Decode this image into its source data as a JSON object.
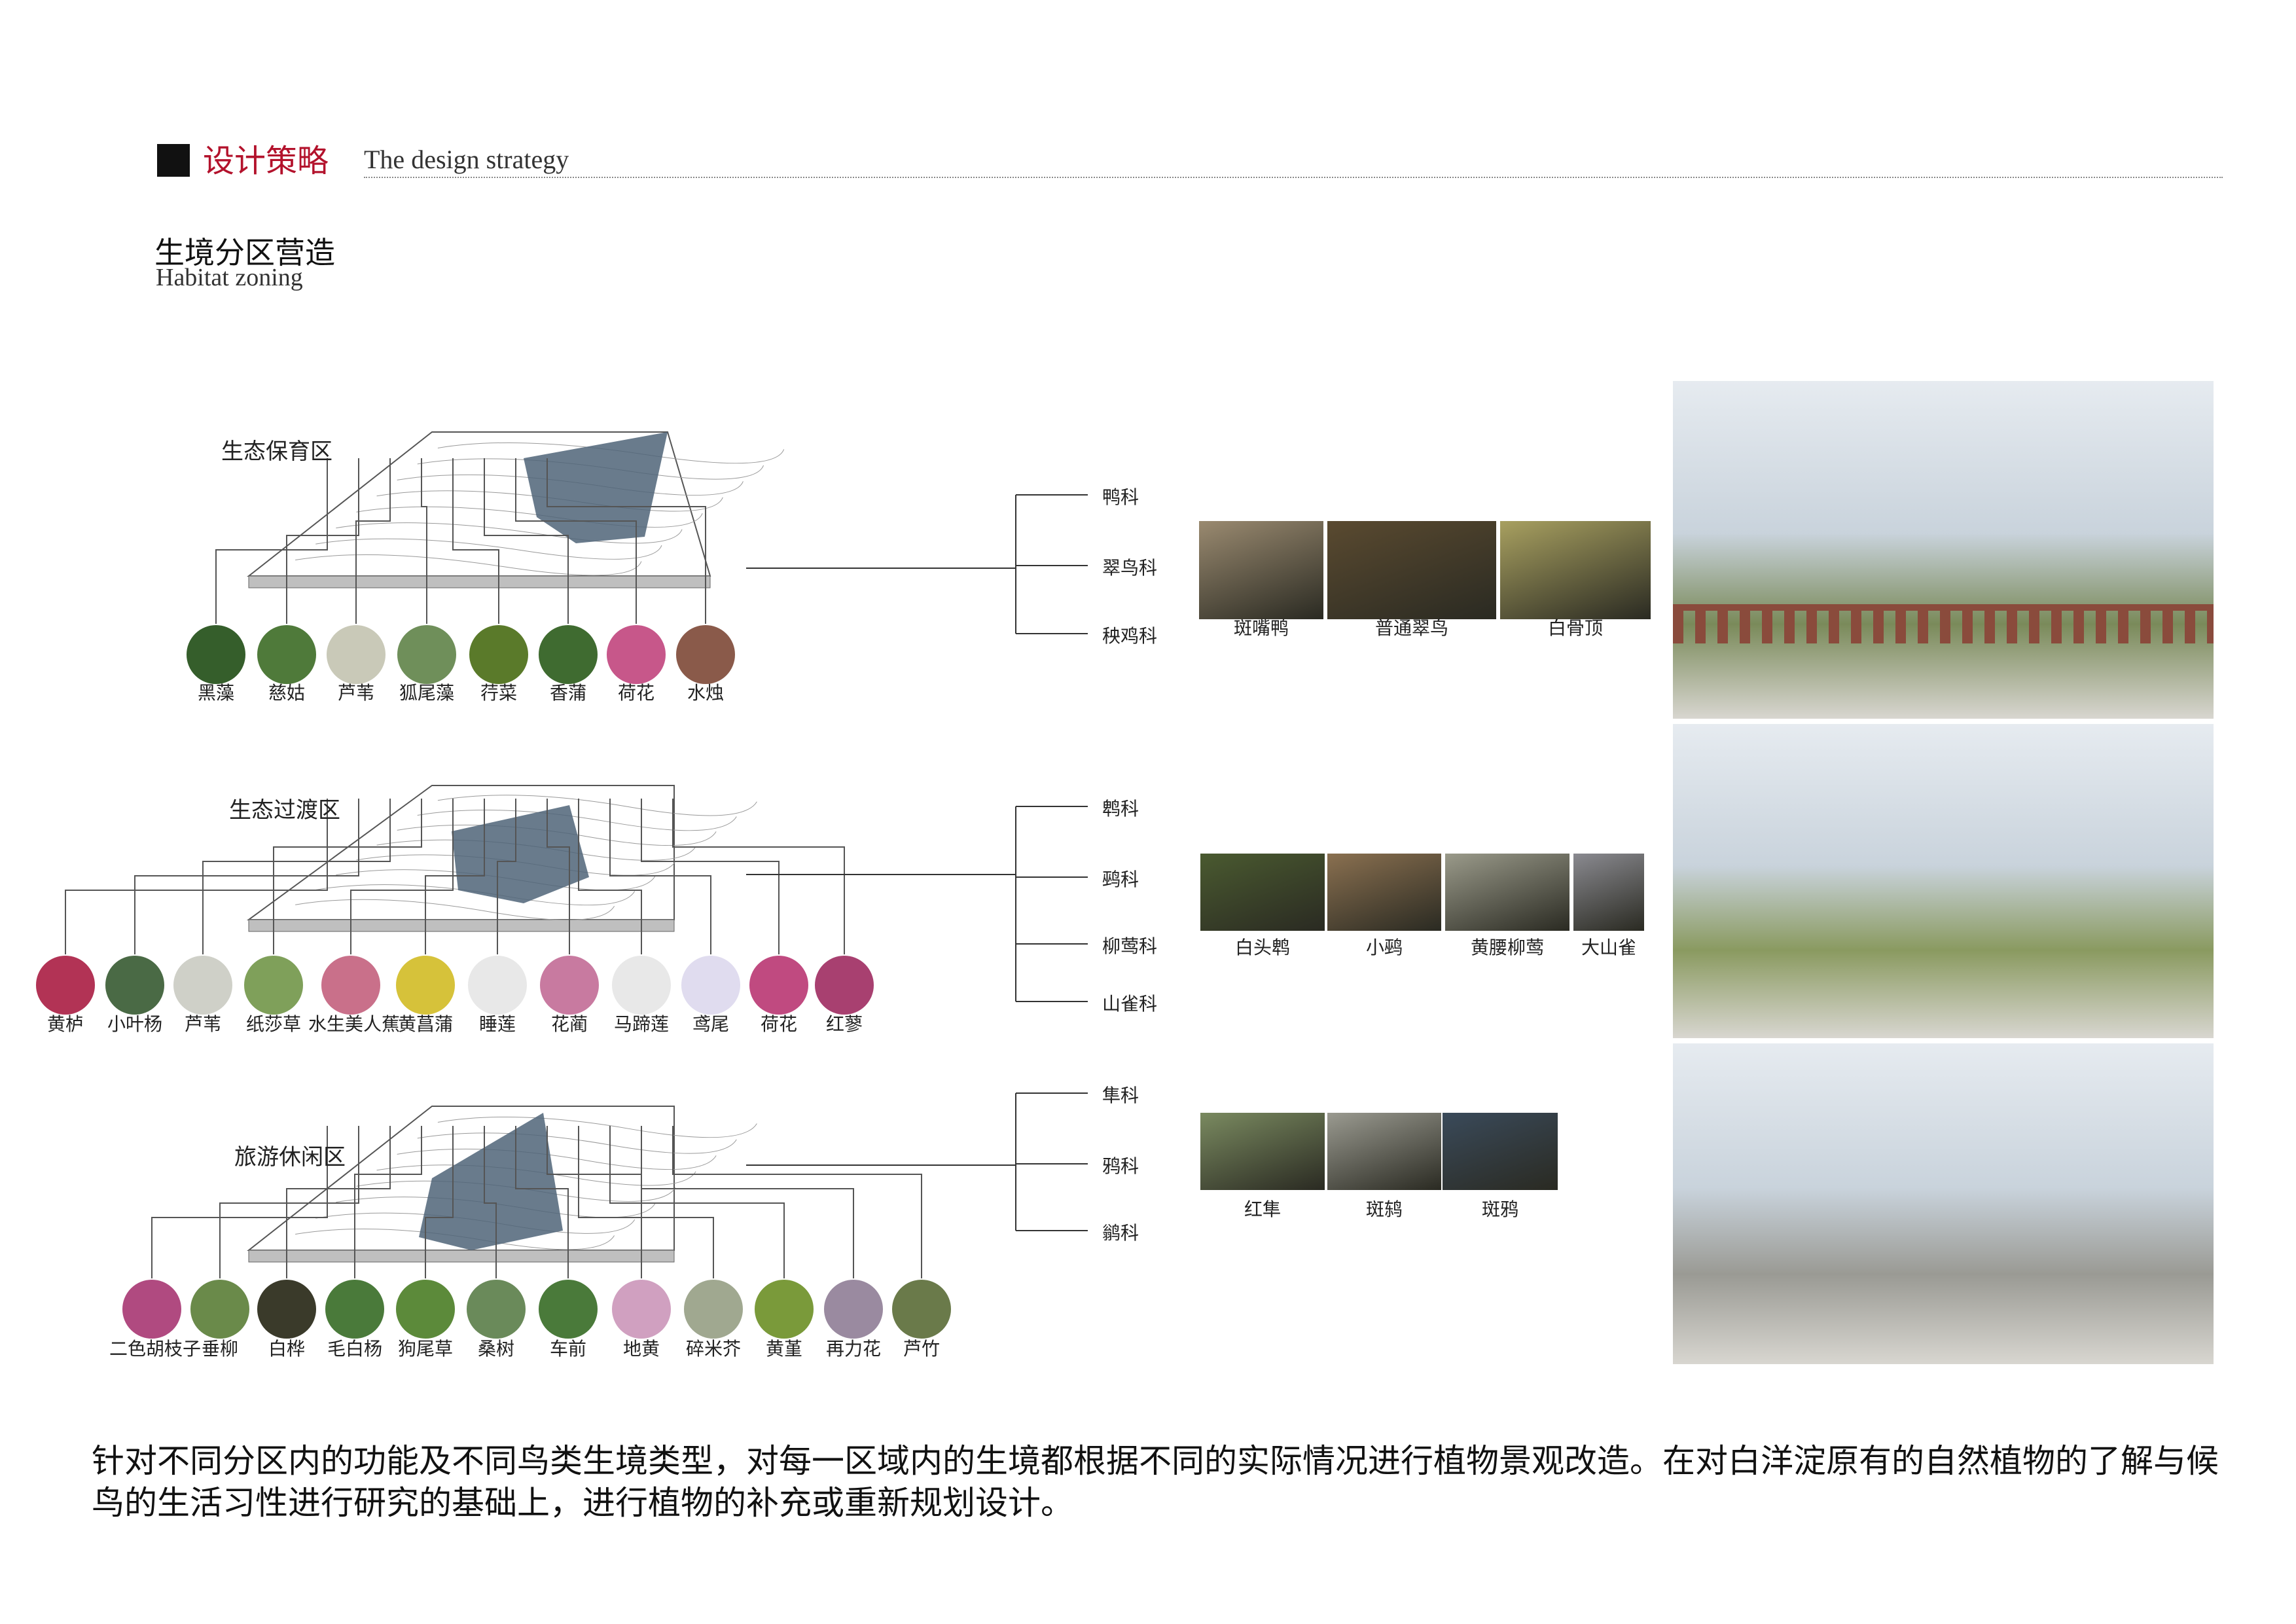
{
  "header": {
    "title_cn": "设计策略",
    "title_en": "The design strategy"
  },
  "section": {
    "title_cn": "生境分区营造",
    "title_en": "Habitat zoning"
  },
  "zones": [
    {
      "name": "生态保育区",
      "plants": [
        "黑藻",
        "慈姑",
        "芦苇",
        "狐尾藻",
        "荇菜",
        "香蒲",
        "荷花",
        "水烛"
      ],
      "families": [
        "鸭科",
        "翠鸟科",
        "秧鸡科"
      ],
      "birds": [
        "斑嘴鸭",
        "普通翠鸟",
        "白骨顶"
      ]
    },
    {
      "name": "生态过渡区",
      "plants": [
        "黄栌",
        "小叶杨",
        "芦苇",
        "纸莎草",
        "水生美人蕉",
        "黄菖蒲",
        "睡莲",
        "花蔺",
        "马蹄莲",
        "鸢尾",
        "荷花",
        "红蓼"
      ],
      "families": [
        "鹎科",
        "鹀科",
        "柳莺科",
        "山雀科"
      ],
      "birds": [
        "白头鹎",
        "小鹀",
        "黄腰柳莺",
        "大山雀"
      ]
    },
    {
      "name": "旅游休闲区",
      "plants": [
        "二色胡枝子",
        "垂柳",
        "白桦",
        "毛白杨",
        "狗尾草",
        "桑树",
        "车前",
        "地黄",
        "碎米芥",
        "黄堇",
        "再力花",
        "芦竹"
      ],
      "families": [
        "隼科",
        "鸦科",
        "鹟科"
      ],
      "birds": [
        "红隼",
        "斑鸫",
        "斑鸦"
      ]
    }
  ],
  "body_text": "针对不同分区内的功能及不同鸟类生境类型，对每一区域内的生境都根据不同的实际情况进行植物景观改造。在对白洋淀原有的自然植物的了解与候鸟的生活习性进行研究的基础上，进行植物的补充或重新规划设计。",
  "colors": {
    "accent": "#b3122c",
    "water": "#4f6478",
    "scene_sky": "#c9d3dc",
    "fence": "#8a4b3c"
  }
}
